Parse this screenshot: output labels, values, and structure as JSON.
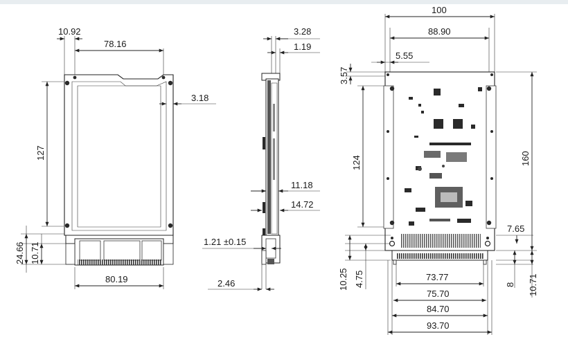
{
  "views": {
    "front": {
      "dims": [
        "10.92",
        "78.16",
        "3.18",
        "127",
        "24.66",
        "10.71",
        "80.19"
      ]
    },
    "side": {
      "dims": [
        "3.28",
        "1.19",
        "11.18",
        "14.72",
        "1.21 ±0.15",
        "2.46"
      ]
    },
    "back": {
      "dims": [
        "100",
        "88.90",
        "5.55",
        "3.57",
        "124",
        "160",
        "7.65",
        "10.25",
        "4.75",
        "73.77",
        "75.70",
        "84.70",
        "93.70",
        "8",
        "10.71"
      ]
    }
  },
  "colors": {
    "line": "#222222",
    "component": "#2a2a2a",
    "background": "#ffffff"
  }
}
